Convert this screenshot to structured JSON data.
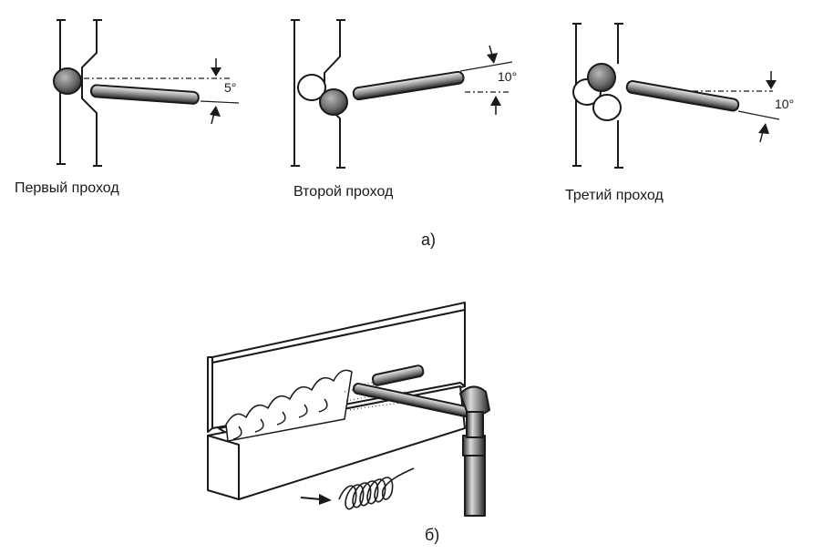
{
  "part_a": {
    "label": "а)",
    "passes": [
      {
        "title": "Первый проход",
        "angle": "5°"
      },
      {
        "title": "Второй проход",
        "angle": "10°"
      },
      {
        "title": "Третий проход",
        "angle": "10°"
      }
    ]
  },
  "part_b": {
    "label": "б)"
  },
  "colors": {
    "ink": "#1a1a1a",
    "bead_dark": "#7a7a7a",
    "paper": "#ffffff"
  }
}
